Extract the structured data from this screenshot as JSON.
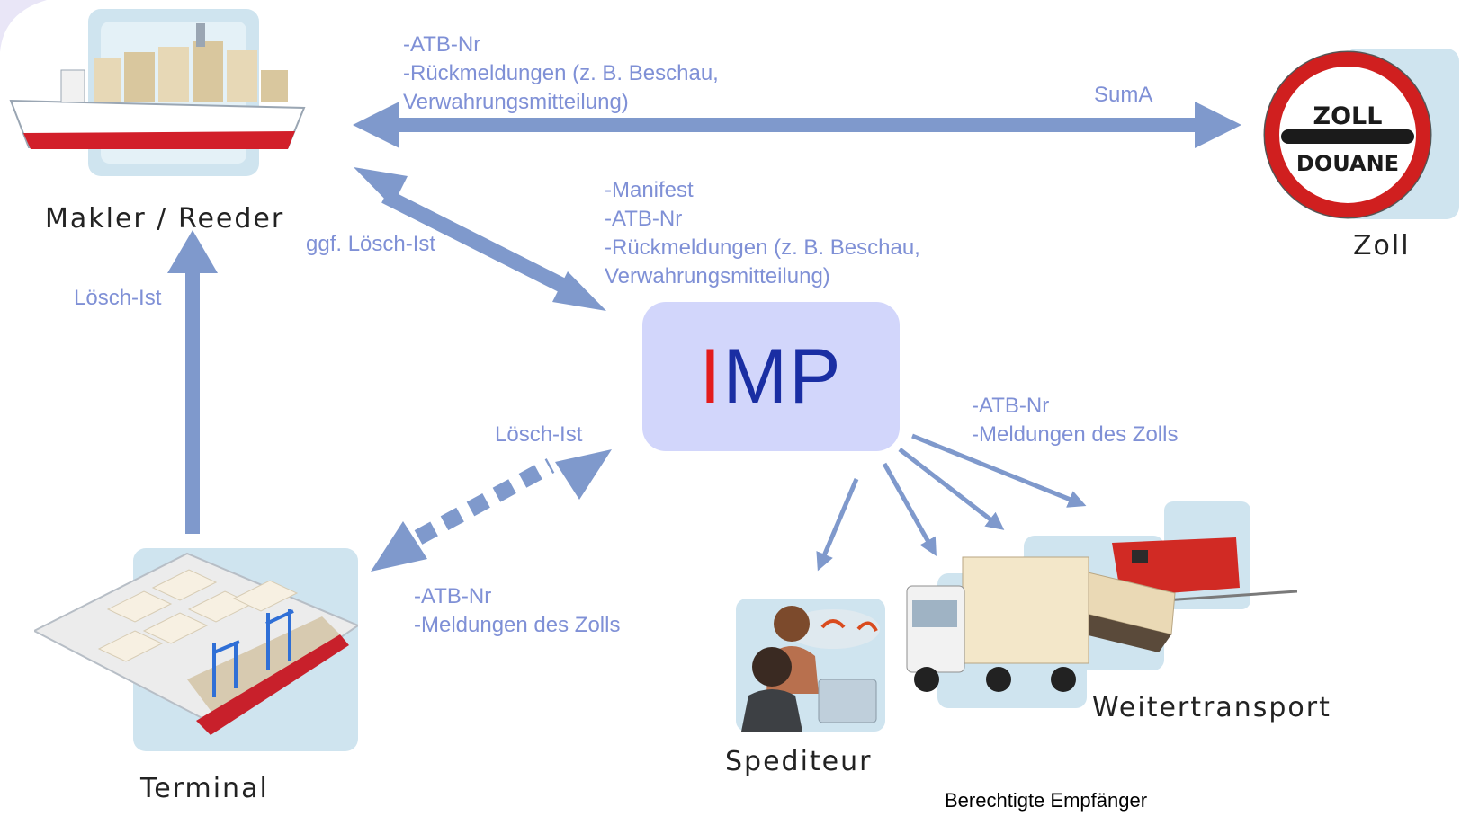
{
  "colors": {
    "arrow": "#7f99cc",
    "annotation_text": "#7f90d6",
    "imp_box": "#d2d6fb",
    "imp_accent": "#e31c1c",
    "imp_text": "#1a2ea3"
  },
  "nodes": {
    "makler": {
      "label": "Makler / Reeder",
      "icon": "container-ship-icon"
    },
    "zoll": {
      "label": "Zoll",
      "icon": "customs-sign-icon",
      "sign_top": "ZOLL",
      "sign_bottom": "DOUANE"
    },
    "terminal": {
      "label": "Terminal",
      "icon": "port-terminal-icon"
    },
    "spediteur": {
      "label": "Spediteur",
      "icon": "freight-forwarder-icon"
    },
    "weitertransport": {
      "label": "Weitertransport",
      "icon": "truck-barge-train-icon"
    },
    "berechtigte": {
      "label": "Berechtigte Empfänger"
    },
    "imp": {
      "accent_letter": "I",
      "rest": "MP"
    }
  },
  "annotations": {
    "makler_zoll_left": [
      "-ATB-Nr",
      "-Rückmeldungen (z. B. Beschau,",
      "Verwahrungsmitteilung)"
    ],
    "makler_zoll_right": "SumA",
    "imp_makler": [
      "-Manifest",
      "-ATB-Nr",
      "-Rückmeldungen (z. B. Beschau,",
      "Verwahrungsmitteilung)"
    ],
    "ggf_losch": "ggf. Lösch-Ist",
    "losch_terminal": "Lösch-Ist",
    "losch_imp": "Lösch-Ist",
    "imp_terminal": [
      "-ATB-Nr",
      "-Meldungen des Zolls"
    ],
    "imp_recipients": [
      "-ATB-Nr",
      "-Meldungen des Zolls"
    ]
  }
}
